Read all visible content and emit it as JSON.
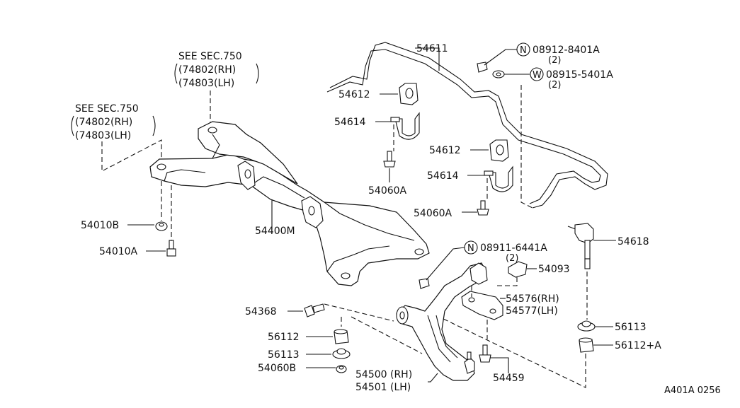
{
  "diagram": {
    "ref_sec_upper": {
      "line1": "SEE SEC.750",
      "line2": "(74802(RH)",
      "line3": "(74803(LH)"
    },
    "ref_sec_left": {
      "line1": "SEE SEC.750",
      "line2": "(74802(RH)",
      "line3": "(74803(LH)"
    },
    "labels": {
      "p54611": "54611",
      "n08912": "08912-8401A",
      "n08912_qty": "(2)",
      "w08915": "08915-5401A",
      "w08915_qty": "(2)",
      "p54612a": "54612",
      "p54614a": "54614",
      "p54060a_upper": "54060A",
      "p54612b": "54612",
      "p54614b": "54614",
      "p54060a_mid": "54060A",
      "p54618": "54618",
      "p54010b": "54010B",
      "p54010a": "54010A",
      "p54400m": "54400M",
      "n08911": "08911-6441A",
      "n08911_qty": "(2)",
      "p54093": "54093",
      "p54576": "54576(RH)",
      "p54577": "54577(LH)",
      "p54368": "54368",
      "p56112": "56112",
      "p56113_left": "56113",
      "p54060b": "54060B",
      "p54500": "54500 (RH)",
      "p54501": "54501 (LH)",
      "p54459": "54459",
      "p56113_right": "56113",
      "p56112a": "56112+A"
    },
    "symbols": {
      "nut": "N",
      "washer": "W"
    },
    "catalog_code": "A401A 0256"
  }
}
